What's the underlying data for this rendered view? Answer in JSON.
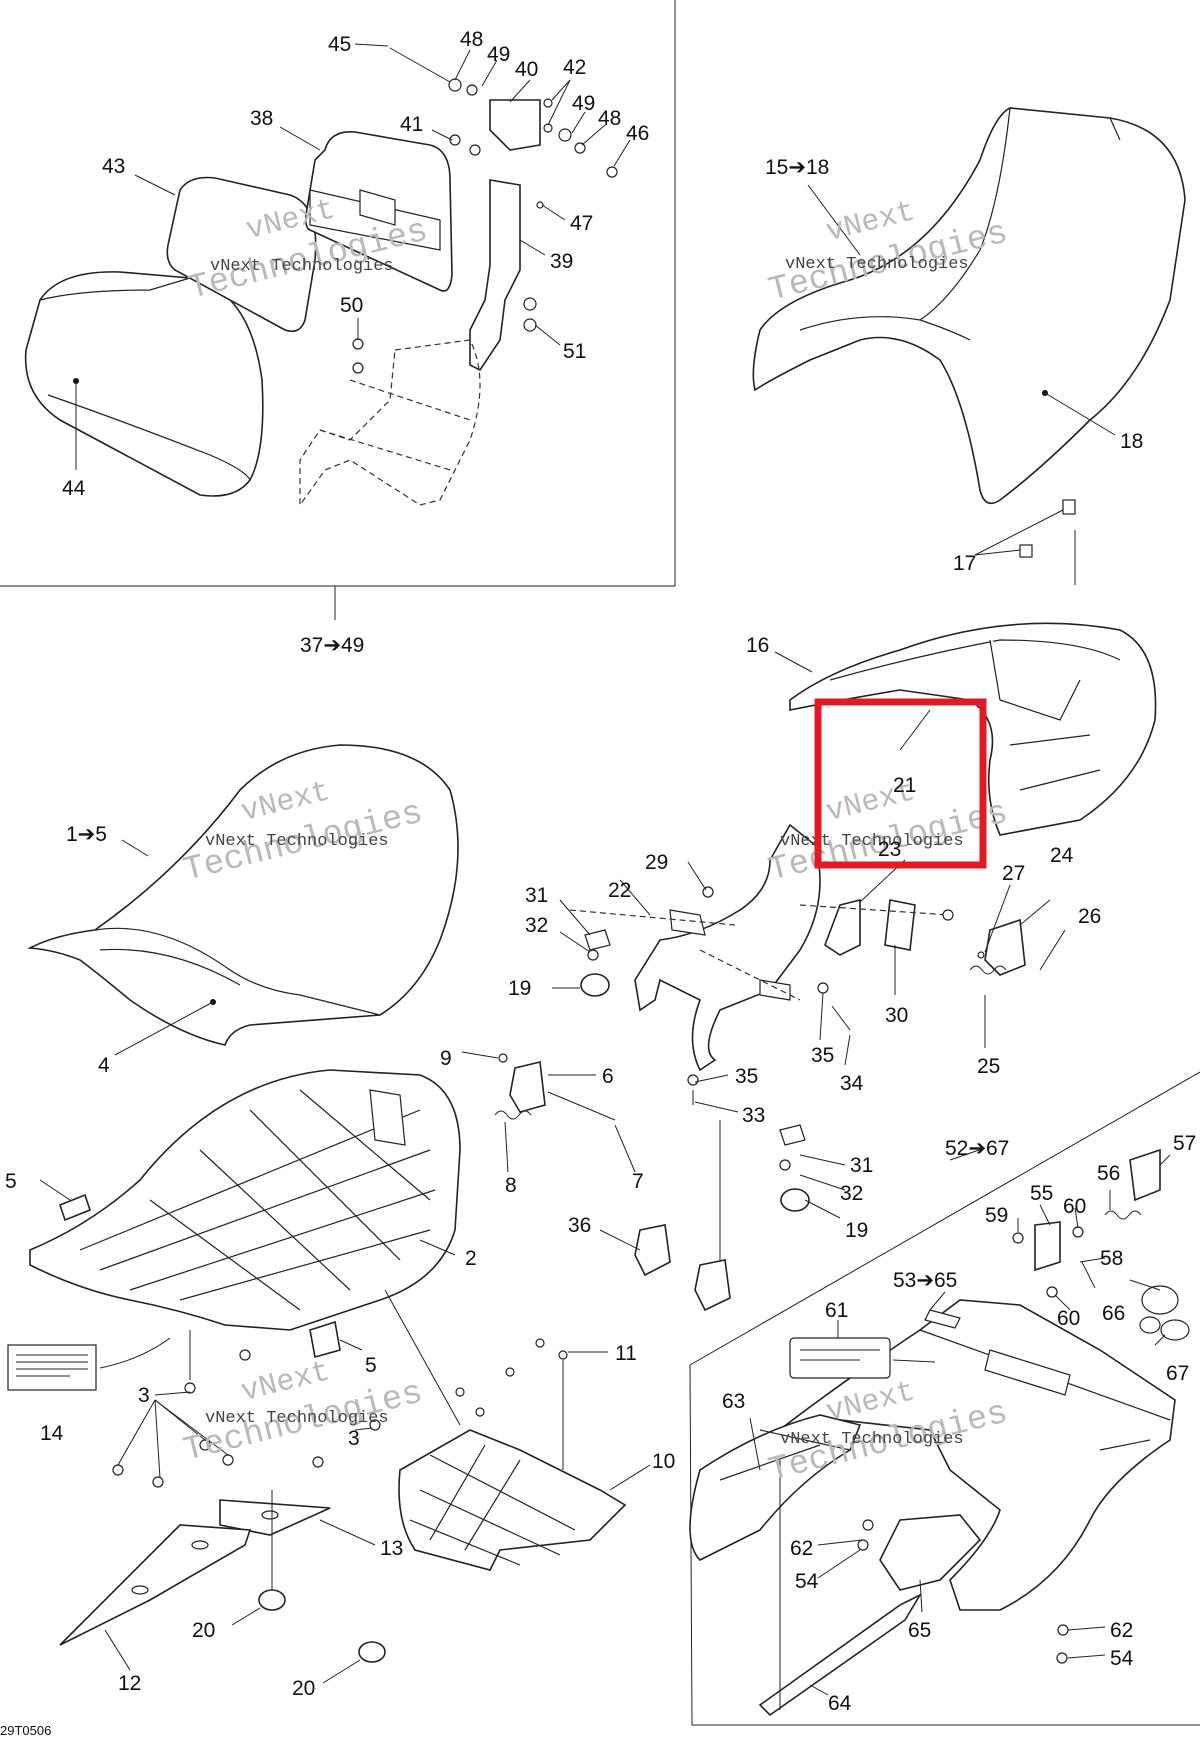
{
  "diagram": {
    "code": "29T0506",
    "watermark_line1": "vNext",
    "watermark_line2": "Technologies",
    "watermark_inline": "vNext Technologies",
    "highlight_color": "#e01b24",
    "labels": {
      "l45": "45",
      "l48a": "48",
      "l49a": "49",
      "l40": "40",
      "l42": "42",
      "l49b": "49",
      "l48b": "48",
      "l46": "46",
      "l41": "41",
      "l38": "38",
      "l43": "43",
      "l47": "47",
      "l39": "39",
      "l50": "50",
      "l51": "51",
      "l44": "44",
      "l15_18": "15➔18",
      "l18": "18",
      "l17": "17",
      "l37_49": "37➔49",
      "l16": "16",
      "l21": "21",
      "l23": "23",
      "l1_5": "1➔5",
      "l29": "29",
      "l22": "22",
      "l31a": "31",
      "l32a": "32",
      "l27": "27",
      "l24": "24",
      "l26": "26",
      "l19a": "19",
      "l30": "30",
      "l35a": "35",
      "l34": "34",
      "l25": "25",
      "l4": "4",
      "l9": "9",
      "l6": "6",
      "l35b": "35",
      "l33": "33",
      "l52_67": "52➔67",
      "l57": "57",
      "l7": "7",
      "l8": "8",
      "l5a": "5",
      "l31b": "31",
      "l32b": "32",
      "l56": "56",
      "l55": "55",
      "l59": "59",
      "l60a": "60",
      "l19b": "19",
      "l36": "36",
      "l2": "2",
      "l58": "58",
      "l53_65": "53➔65",
      "l60b": "60",
      "l66": "66",
      "l61": "61",
      "l11": "11",
      "l5b": "5",
      "l67": "67",
      "l14": "14",
      "l3a": "3",
      "l3b": "3",
      "l10": "10",
      "l63": "63",
      "l13": "13",
      "l62a": "62",
      "l54a": "54",
      "l65": "65",
      "l20a": "20",
      "l62b": "62",
      "l54b": "54",
      "l12": "12",
      "l20b": "20",
      "l64": "64"
    }
  }
}
